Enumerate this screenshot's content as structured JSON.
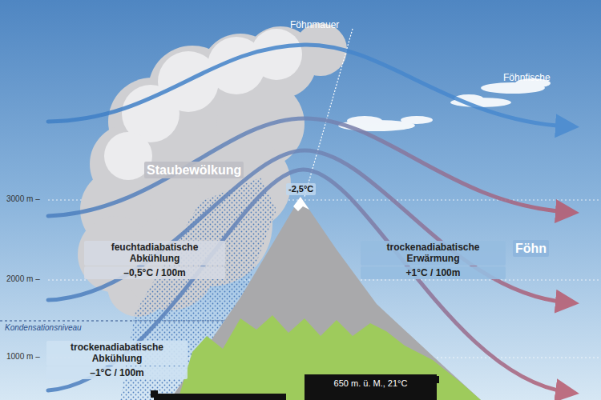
{
  "diagram": {
    "nodes": [
      {
        "text": [
          "650 m. ü. M., 21°C"
        ]
      }
    ],
    "labels": [
      "Föhnmauer",
      "Föhnfische",
      "Staubewölkung",
      "3000 m –",
      "-2,5°C",
      "feuchtadiabatische Abkühlung",
      "–0,5°C / 100m",
      "trockenadiabatische Erwärmung",
      "+1°C / 100m",
      "Föhn",
      "2000 m –",
      "Kondensationsniveau",
      "1000 m –",
      "trockenadiabatische Abkühlung",
      "–1°C / 100m"
    ]
  }
}
